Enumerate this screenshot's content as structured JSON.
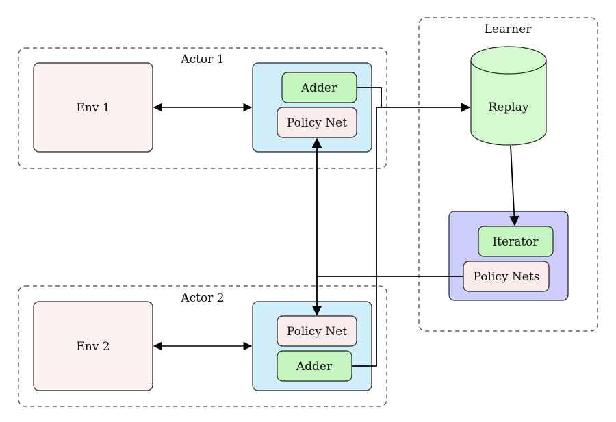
{
  "groups": {
    "learner": "Learner",
    "actor1": "Actor 1",
    "actor2": "Actor 2"
  },
  "nodes": {
    "env1": "Env 1",
    "env2": "Env 2",
    "adder1": "Adder",
    "policy1": "Policy Net",
    "policy2": "Policy Net",
    "adder2": "Adder",
    "replay": "Replay",
    "iterator": "Iterator",
    "policy_nets": "Policy Nets"
  },
  "colors": {
    "env_fill": "#fbf1ef",
    "actor_fill": "#cfeefa",
    "green_fill": "#c5f6c0",
    "replay_fill": "#d4fbd0",
    "learner_fill": "#cdcdfb",
    "policy_fill": "#f9ecea"
  }
}
